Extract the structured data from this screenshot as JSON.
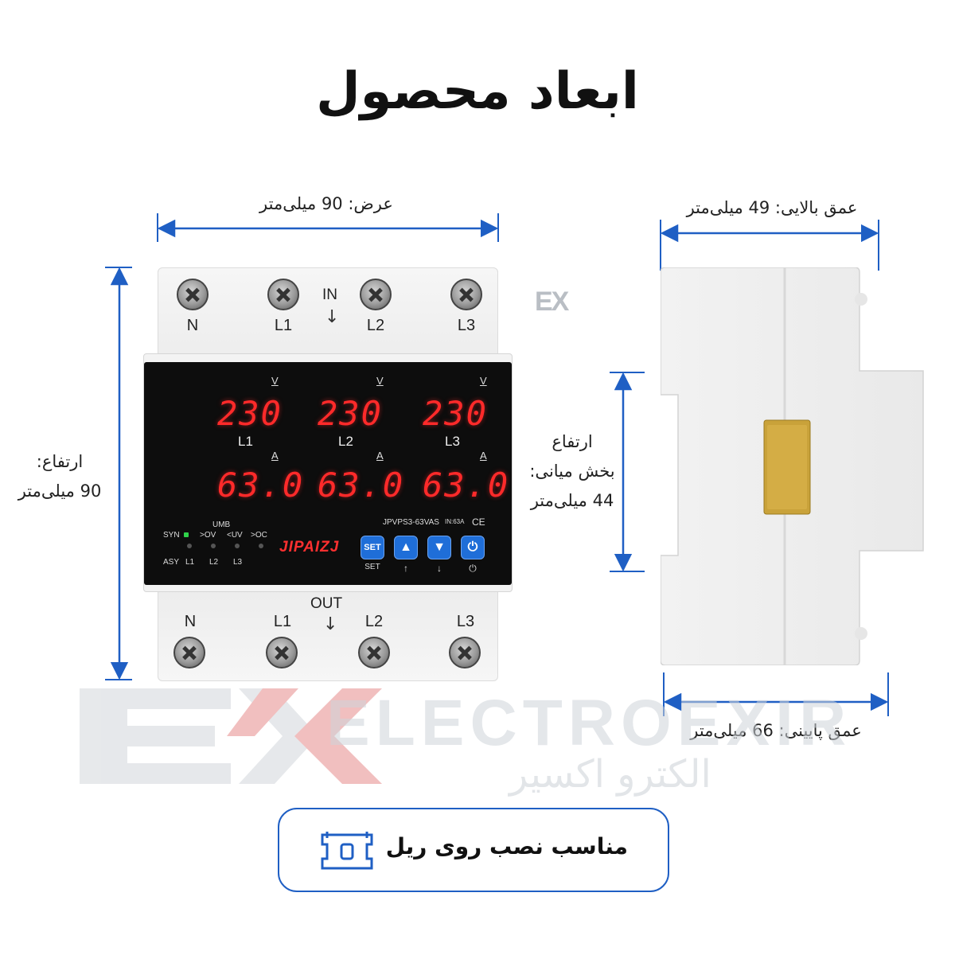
{
  "title": "ابعاد محصول",
  "dimensions": {
    "width": "عرض: 90 میلی‌متر",
    "height_line1": "ارتفاع:",
    "height_line2": "90 میلی‌متر",
    "top_depth": "عمق بالایی: 49 میلی‌متر",
    "mid_height_line1": "ارتفاع",
    "mid_height_line2": "بخش میانی:",
    "mid_height_line3": "44 میلی‌متر",
    "bottom_depth": "عمق پایینی: 66 میلی‌متر"
  },
  "device": {
    "top_terminals": [
      "N",
      "L1",
      "L2",
      "L3"
    ],
    "bottom_terminals": [
      "N",
      "L1",
      "L2",
      "L3"
    ],
    "in_label": "IN",
    "out_label": "OUT",
    "voltage_unit": "V",
    "current_unit": "A",
    "voltage_readings": [
      "230",
      "230",
      "230"
    ],
    "current_readings": [
      "63.0",
      "63.0",
      "63.0"
    ],
    "phase_labels": [
      "L1",
      "L2",
      "L3"
    ],
    "model": "JPVPS3-63VAS",
    "rating": "IN:63A",
    "ce": "CE",
    "brand": "JIPAIZJ",
    "indicator_top": [
      "SYN",
      ">OV",
      "<UV",
      ">OC"
    ],
    "indicator_group": "UMB",
    "indicator_bottom": [
      "ASY",
      "L1",
      "L2",
      "L3"
    ],
    "buttons": [
      {
        "name": "set",
        "label": "SET",
        "caption": "SET"
      },
      {
        "name": "up",
        "label": "▲",
        "caption": "↑"
      },
      {
        "name": "down",
        "label": "▼",
        "caption": "↓"
      },
      {
        "name": "power",
        "label": "⏻",
        "caption": "⏻"
      }
    ]
  },
  "watermark": {
    "logo_small": "EX",
    "latin": "ELECTROEXIR",
    "persian": "الکترو اکسیر"
  },
  "rail_badge": "مناسب نصب روی ریل",
  "colors": {
    "dimension_line": "#1f5fc4",
    "display_digits": "#ff2a2a",
    "button": "#1f6ed8",
    "watermark_red": "#d94b4b"
  }
}
